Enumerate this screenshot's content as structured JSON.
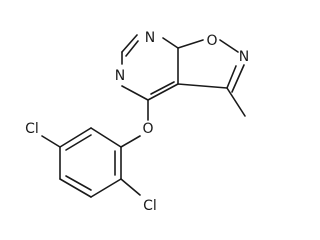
{
  "structure": {
    "atoms": {
      "n_pyrimidine_top": "N",
      "n_pyrimidine_left": "N",
      "o_isoxazole": "O",
      "n_isoxazole": "N",
      "o_ether": "O",
      "cl_top": "Cl",
      "cl_bottom": "Cl"
    }
  }
}
